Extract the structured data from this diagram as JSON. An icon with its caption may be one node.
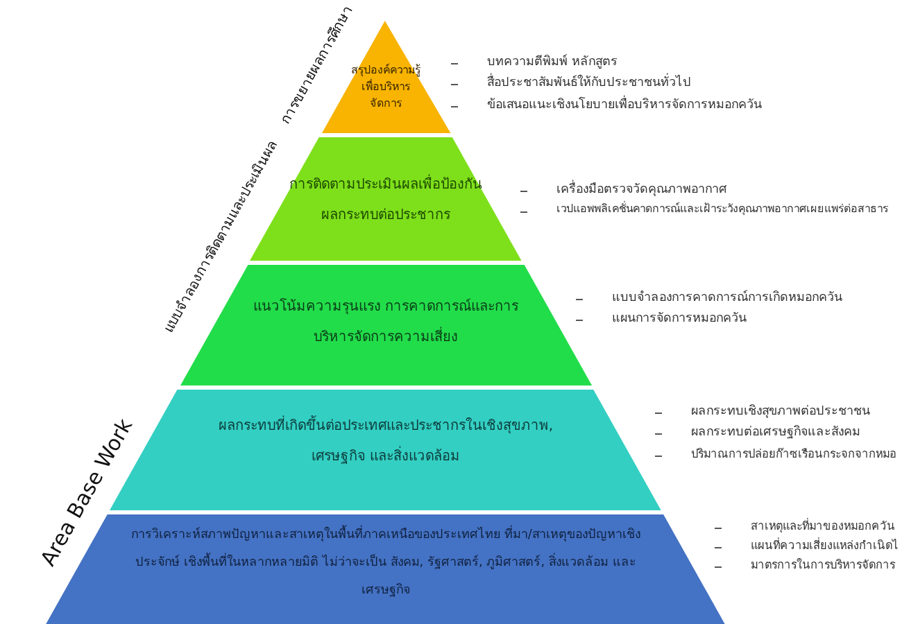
{
  "diagram": {
    "nodes": [
      {
        "text": [
          "สรุปองค์ความรู้เพื่อบริหารจัดการ"
        ],
        "beside": [
          "บทความตีพิมพ์ หลักสูตร",
          "สื่อประชาสัมพันธ์ให้กับประชาชนทั่วไป",
          "ข้อเสนอแนะเชิงนโยบายเพื่อบริหารจัดการหมอกควัน"
        ]
      },
      {
        "text": [
          "การติดตามประเมินผลเพื่อป้องกันผลกระทบต่อประชากร"
        ],
        "beside": [
          "เครื่องมือตรวจวัดคุณภาพอากาศ",
          "เวปแอพพลิเคชั่นคาดการณ์และเฝ้าระวังคุณภาพอากาศเผยแพร่ต่อสาธาร"
        ]
      },
      {
        "text": [
          "แนวโน้มความรุนแรง การคาดการณ์และการบริหารจัดการความเสี่ยง"
        ],
        "beside": [
          "แบบจำลองการคาดการณ์การเกิดหมอกควัน",
          "แผนการจัดการหมอกควัน"
        ]
      },
      {
        "text": [
          "ผลกระทบที่เกิดขึ้นต่อประเทศและประชากรในเชิงสุขภาพ, เศรษฐกิจ และสิ่งแวดล้อม"
        ],
        "beside": [
          "ผลกระทบเชิงสุขภาพต่อประชาชน",
          "ผลกระทบต่อเศรษฐกิจและสังคม",
          "ปริมาณการปล่อยก๊าซเรือนกระจกจากหมอ"
        ]
      },
      {
        "text": [
          "การวิเคราะห์สภาพปัญหาและสาเหตุในพื้นที่ภาคเหนือของประเทศไทย ที่มา/สาเหตุของปัญหาเชิงประจักษ์ เชิงพื้นที่ในหลากหลายมิติ ไม่ว่าจะเป็น สังคม, รัฐศาสตร์, ภูมิศาสตร์, สิ่งแวดล้อม และเศรษฐกิจ"
        ],
        "beside": [
          "สาเหตุและที่มาของหมอกควัน",
          "แผนที่ความเสี่ยงแหล่งกำเนิดไ",
          "มาตรการในการบริหารจัดการ"
        ]
      }
    ],
    "labels": [
      "การขยายผลการศึกษา",
      "แบบจำลองการติดตามและประเมินผล",
      "Area Base Work"
    ]
  }
}
